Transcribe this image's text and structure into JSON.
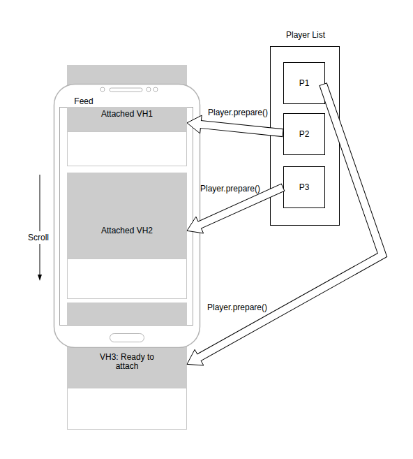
{
  "diagram": {
    "nodes": [
      {
        "text": [
          "Player List"
        ]
      },
      {
        "text": [
          "P1"
        ],
        "in": 0
      },
      {
        "text": [
          "P2"
        ],
        "in": 0
      },
      {
        "text": [
          "P3"
        ],
        "in": 0
      },
      {
        "text": [
          "Attached VH1"
        ]
      },
      {
        "text": [
          "Attached VH2"
        ]
      },
      {
        "text": [
          "VH3: Ready to attach"
        ]
      }
    ],
    "edges": [
      {
        "from": 2,
        "to": 4,
        "label": "Player.prepare()",
        "arrow": "to"
      },
      {
        "from": 3,
        "to": 5,
        "label": "Player.prepare()",
        "arrow": "to"
      },
      {
        "from": 1,
        "to": 6,
        "label": "Player.prepare()",
        "arrow": "to"
      }
    ],
    "labels": [
      "Feed",
      "Scroll"
    ]
  }
}
